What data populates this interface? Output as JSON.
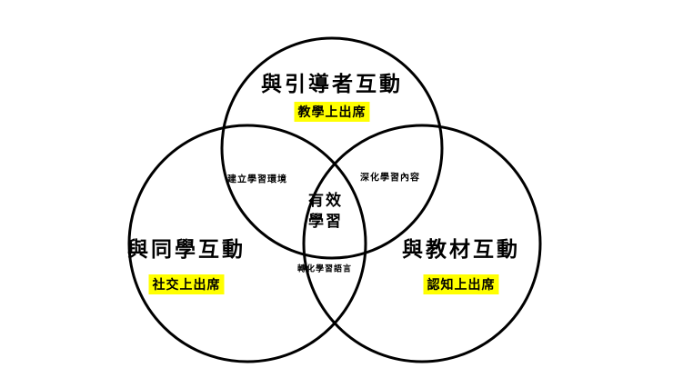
{
  "diagram": {
    "type": "venn",
    "center_label": {
      "line1": "有效",
      "line2": "學習"
    },
    "circles": [
      {
        "id": "facilitator",
        "label": "與引導者互動",
        "badge": "教學上出席"
      },
      {
        "id": "classmates",
        "label": "與同學互動",
        "badge": "社交上出席"
      },
      {
        "id": "materials",
        "label": "與教材互動",
        "badge": "認知上出席"
      }
    ],
    "intersections": {
      "top_left": "建立學習環境",
      "top_right": "深化學習內容",
      "bottom": "轉化學習語言"
    },
    "colors": {
      "highlight": "#ffff00",
      "stroke": "#000000",
      "background": "#ffffff"
    }
  }
}
